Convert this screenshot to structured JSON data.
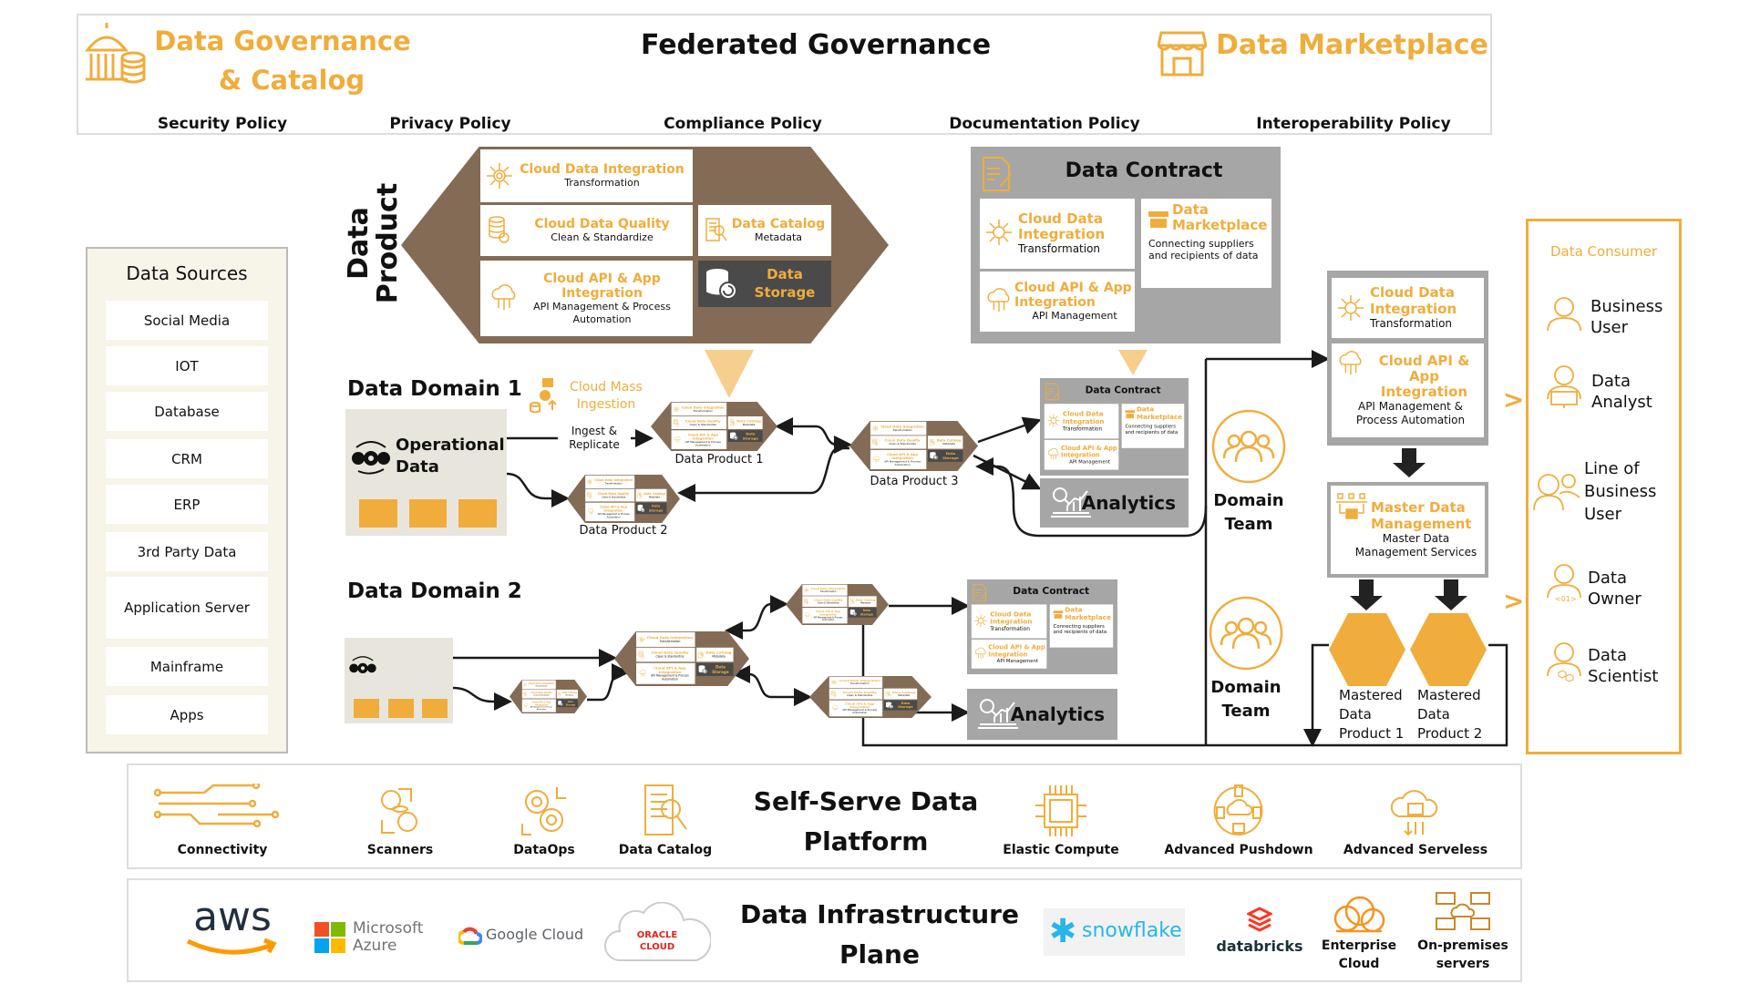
{
  "colors": {
    "accent": "#f0ad3c",
    "product_brown": "#836b55",
    "contract_gray": "#a6a6a6",
    "storage_dark": "#4a4a4a",
    "domain_bg": "#e8e6dc",
    "sources_bg": "#f7f4e8"
  },
  "governance": {
    "title_line1": "Data Governance",
    "title_line2": "& Catalog",
    "federated": "Federated Governance",
    "marketplace": "Data Marketplace",
    "policies": [
      "Security Policy",
      "Privacy Policy",
      "Compliance Policy",
      "Documentation Policy",
      "Interoperability Policy"
    ]
  },
  "data_sources": {
    "title": "Data Sources",
    "items": [
      "Social Media",
      "IOT",
      "Database",
      "CRM",
      "ERP",
      "3rd Party Data",
      "Application Server",
      "Mainframe",
      "Apps"
    ]
  },
  "data_product": {
    "label_line1": "Data",
    "label_line2": "Product",
    "cdi": {
      "title": "Cloud Data Integration",
      "sub": "Transformation"
    },
    "cdq": {
      "title": "Cloud Data Quality",
      "sub": "Clean & Standardize"
    },
    "catalog": {
      "title": "Data Catalog",
      "sub": "Metadata"
    },
    "api": {
      "title": "Cloud API & App Integration",
      "sub": "API Management & Process Automation"
    },
    "storage": {
      "title": "Data Storage"
    }
  },
  "data_contract": {
    "title": "Data Contract",
    "cdi": {
      "title": "Cloud Data Integration",
      "sub": "Transformation"
    },
    "marketplace": {
      "title": "Data Marketplace",
      "sub": "Connecting suppliers and recipients of data"
    },
    "api": {
      "title": "Cloud API & App Integration",
      "sub": "API Management"
    }
  },
  "domain1": {
    "title": "Data Domain 1",
    "operational": "Operational Data",
    "mass_ingestion": "Cloud Mass Ingestion",
    "ingest": "Ingest & Replicate",
    "products": [
      "Data Product 1",
      "Data Product 2",
      "Data Product 3"
    ],
    "analytics": "Analytics"
  },
  "domain2": {
    "title": "Data Domain 2",
    "analytics": "Analytics"
  },
  "domain_team": "Domain Team",
  "mdm_flow": {
    "cdi": {
      "title": "Cloud Data Integration",
      "sub": "Transformation"
    },
    "api": {
      "title": "Cloud API & App Integration",
      "sub": "API Management & Process Automation"
    },
    "mdm": {
      "title": "Master Data Management",
      "sub": "Master Data Management Services"
    },
    "mastered": [
      "Mastered Data Product 1",
      "Mastered Data Product 2"
    ]
  },
  "consumer": {
    "title": "Data Consumer",
    "items": [
      "Business User",
      "Data Analyst",
      "Line of Business User",
      "Data Owner",
      "Data Scientist"
    ],
    "arrow": ">"
  },
  "self_serve": {
    "title": "Self-Serve Data Platform",
    "items": [
      "Connectivity",
      "Scanners",
      "DataOps",
      "Data Catalog",
      "Elastic Compute",
      "Advanced Pushdown",
      "Advanced Serveless"
    ]
  },
  "infra": {
    "title": "Data Infrastructure Plane",
    "providers": [
      "aws",
      "Microsoft Azure",
      "Google Cloud",
      "ORACLE CLOUD",
      "snowflake",
      "databricks",
      "Enterprise Cloud",
      "On-premises servers"
    ]
  }
}
